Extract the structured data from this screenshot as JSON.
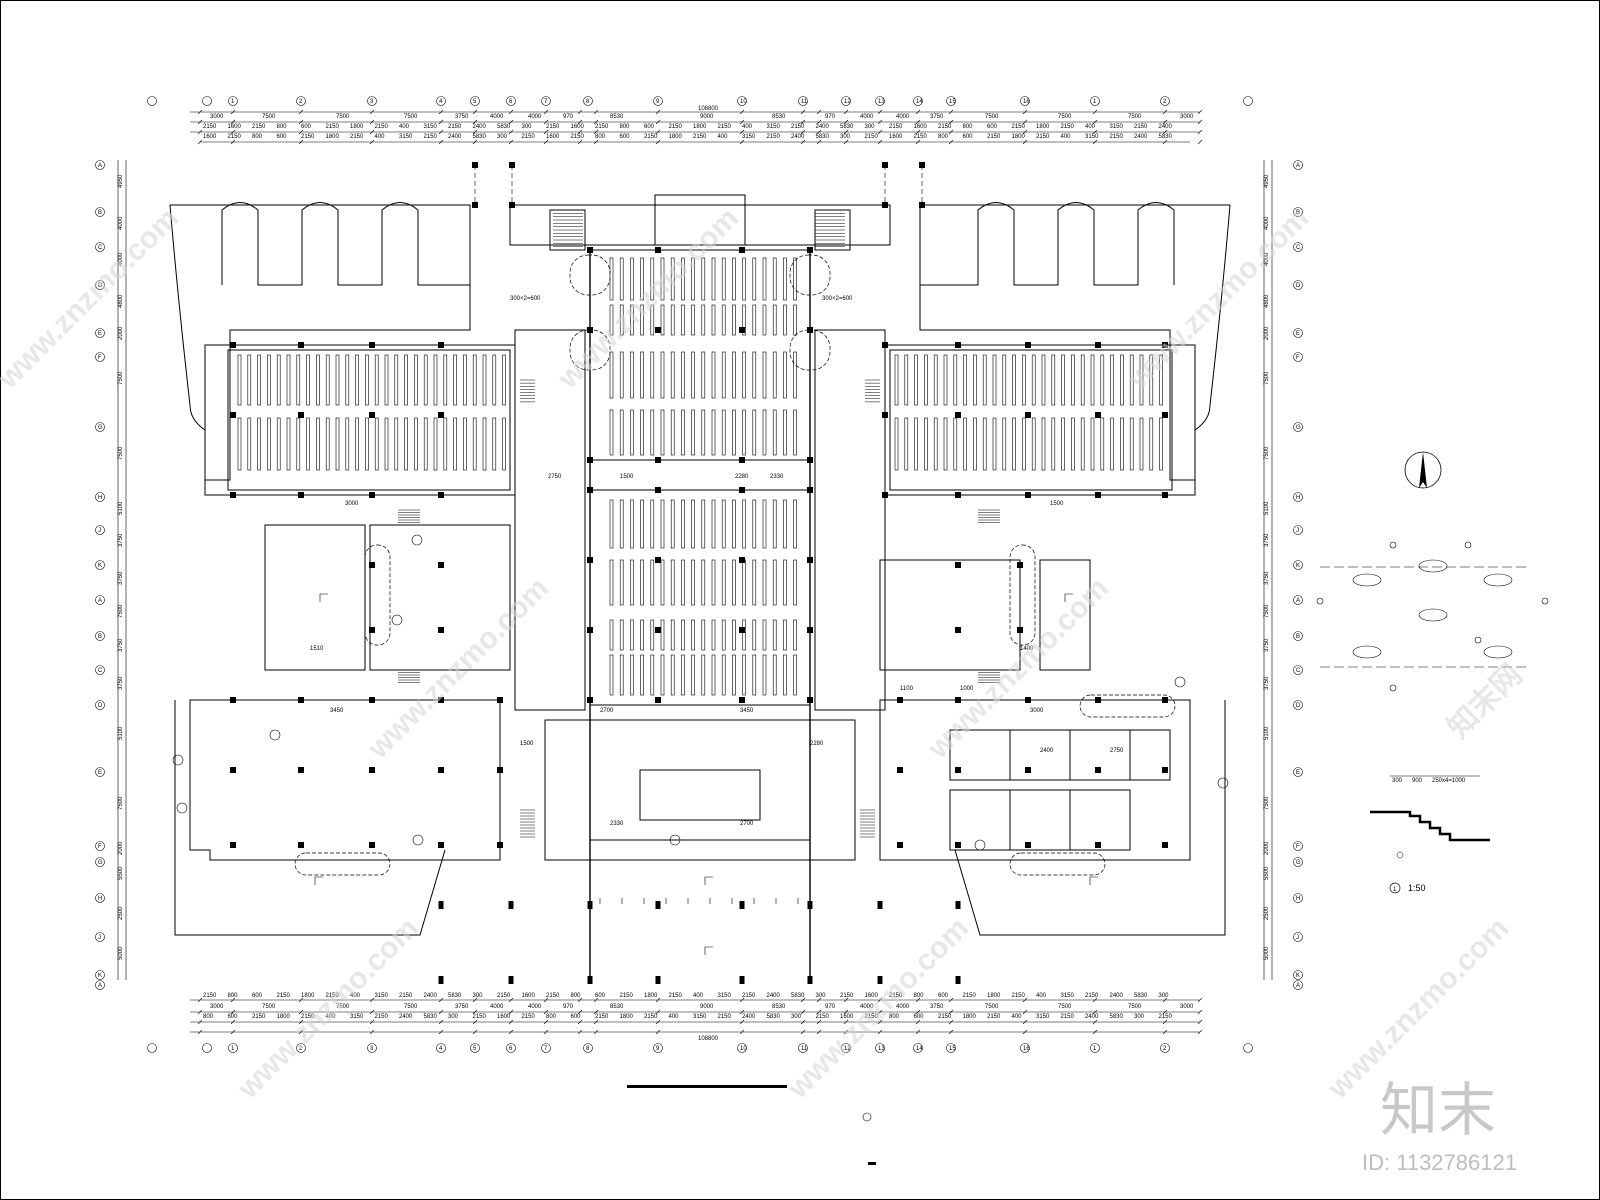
{
  "plan": {
    "total_width_label": "108800",
    "scale_label": "1:50",
    "detail_number": "1",
    "detail_dims": [
      "300",
      "900",
      "250x4=1000"
    ],
    "grid_top": [
      "1",
      "2",
      "3",
      "4",
      "5",
      "6",
      "7",
      "8",
      "9",
      "10",
      "11",
      "12",
      "13",
      "14",
      "15",
      "16"
    ],
    "grid_side": [
      "A",
      "B",
      "C",
      "D",
      "E",
      "F",
      "G",
      "H",
      "J",
      "K"
    ],
    "row_spacings": [
      "4950",
      "4000",
      "4000",
      "4800",
      "2000",
      "7500",
      "7500",
      "5100",
      "3750",
      "3750",
      "7500",
      "3750",
      "3750",
      "5100",
      "7500",
      "2000",
      "5500",
      "2500",
      "5000"
    ],
    "bay_spacings_top": [
      "3000",
      "7500",
      "7500",
      "7500",
      "3750",
      "4000",
      "4000",
      "970",
      "8530",
      "9000",
      "8530",
      "970",
      "4000",
      "4000",
      "3750",
      "7500",
      "7500",
      "7500",
      "3000"
    ],
    "segment_dims": [
      "2150",
      "1600",
      "2150",
      "800",
      "600",
      "2150",
      "1800",
      "2150",
      "400",
      "3150",
      "2150",
      "2400",
      "5830",
      "300"
    ],
    "room_dims": [
      "2750",
      "1500",
      "2280",
      "2330",
      "2700",
      "3450",
      "3000",
      "1500",
      "1510",
      "1400",
      "1100",
      "1000",
      "2400"
    ],
    "stair_label": "300×2=600"
  },
  "watermark": {
    "site": "www.znzmo.com",
    "brand_cn": "知末网",
    "logo": "知末",
    "id_text": "ID: 1132786121"
  },
  "colors": {
    "line": "#000000",
    "paper": "#ffffff",
    "watermark": "#cfcfcf"
  }
}
